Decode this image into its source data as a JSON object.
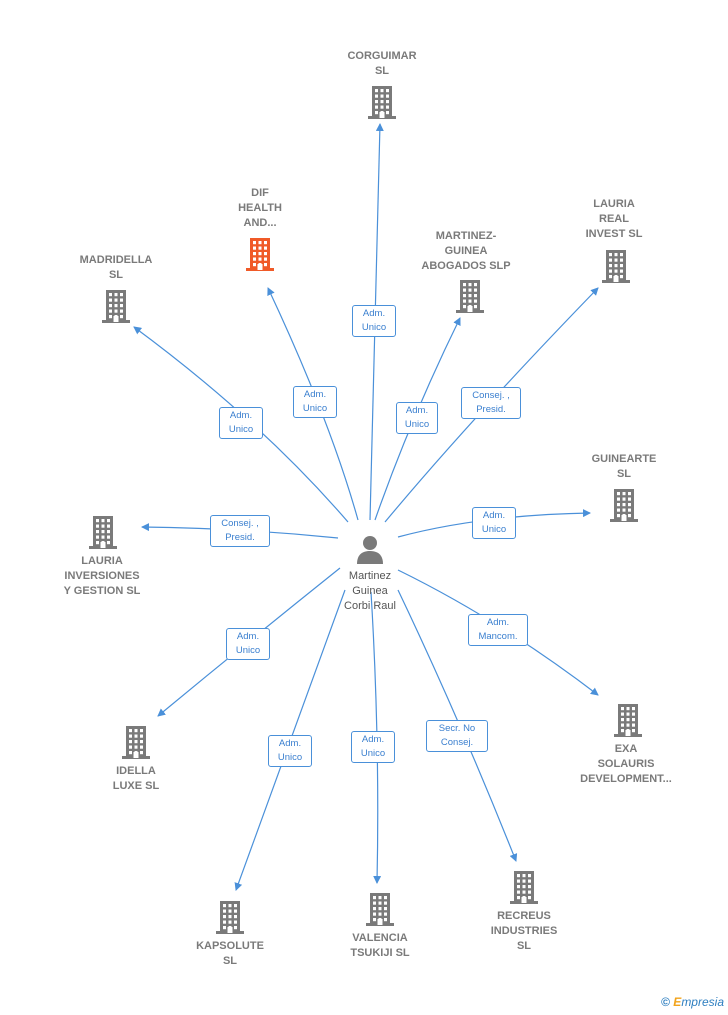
{
  "center": {
    "name_lines": [
      "Martinez",
      "Guinea",
      "Corbi Raul"
    ]
  },
  "colors": {
    "edge": "#4a90d9",
    "building": "#7a7a7a",
    "highlight": "#f05a28"
  },
  "nodes": [
    {
      "id": "corguimar",
      "lines": [
        "CORGUIMAR",
        "SL"
      ],
      "highlight": false
    },
    {
      "id": "dif",
      "lines": [
        "DIF",
        "HEALTH",
        "AND..."
      ],
      "highlight": true
    },
    {
      "id": "martinez-guinea",
      "lines": [
        "MARTINEZ-",
        "GUINEA",
        "ABOGADOS  SLP"
      ],
      "highlight": false
    },
    {
      "id": "lauria-real",
      "lines": [
        "LAURIA",
        "REAL",
        "INVEST  SL"
      ],
      "highlight": false
    },
    {
      "id": "madridella",
      "lines": [
        "MADRIDELLA",
        "SL"
      ],
      "highlight": false
    },
    {
      "id": "guinearte",
      "lines": [
        "GUINEARTE",
        "SL"
      ],
      "highlight": false
    },
    {
      "id": "lauria-inversiones",
      "lines": [
        "LAURIA",
        "INVERSIONES",
        "Y GESTION  SL"
      ],
      "highlight": false
    },
    {
      "id": "exa",
      "lines": [
        "EXA",
        "SOLAURIS",
        "DEVELOPMENT..."
      ],
      "highlight": false
    },
    {
      "id": "idella",
      "lines": [
        "IDELLA",
        "LUXE  SL"
      ],
      "highlight": false
    },
    {
      "id": "kapsolute",
      "lines": [
        "KAPSOLUTE",
        "SL"
      ],
      "highlight": false
    },
    {
      "id": "valencia",
      "lines": [
        "VALENCIA",
        "TSUKIJI  SL"
      ],
      "highlight": false
    },
    {
      "id": "recreus",
      "lines": [
        "RECREUS",
        "INDUSTRIES",
        "SL"
      ],
      "highlight": false
    }
  ],
  "relations": [
    {
      "to": "corguimar",
      "lines": [
        "Adm.",
        "Unico"
      ]
    },
    {
      "to": "dif",
      "lines": [
        "Adm.",
        "Unico"
      ]
    },
    {
      "to": "martinez-guinea",
      "lines": [
        "Adm.",
        "Unico"
      ]
    },
    {
      "to": "lauria-real",
      "lines": [
        "Consej. ,",
        "Presid."
      ]
    },
    {
      "to": "madridella",
      "lines": [
        "Adm.",
        "Unico"
      ]
    },
    {
      "to": "guinearte",
      "lines": [
        "Adm.",
        "Unico"
      ]
    },
    {
      "to": "lauria-inversiones",
      "lines": [
        "Consej. ,",
        "Presid."
      ]
    },
    {
      "to": "exa",
      "lines": [
        "Adm.",
        "Mancom."
      ]
    },
    {
      "to": "idella",
      "lines": [
        "Adm.",
        "Unico"
      ]
    },
    {
      "to": "kapsolute",
      "lines": [
        "Adm.",
        "Unico"
      ]
    },
    {
      "to": "valencia",
      "lines": [
        "Adm.",
        "Unico"
      ]
    },
    {
      "to": "recreus",
      "lines": [
        "Secr.  No",
        "Consej."
      ]
    }
  ],
  "brand": {
    "copyright": "©",
    "first": "E",
    "rest": "mpresia"
  }
}
